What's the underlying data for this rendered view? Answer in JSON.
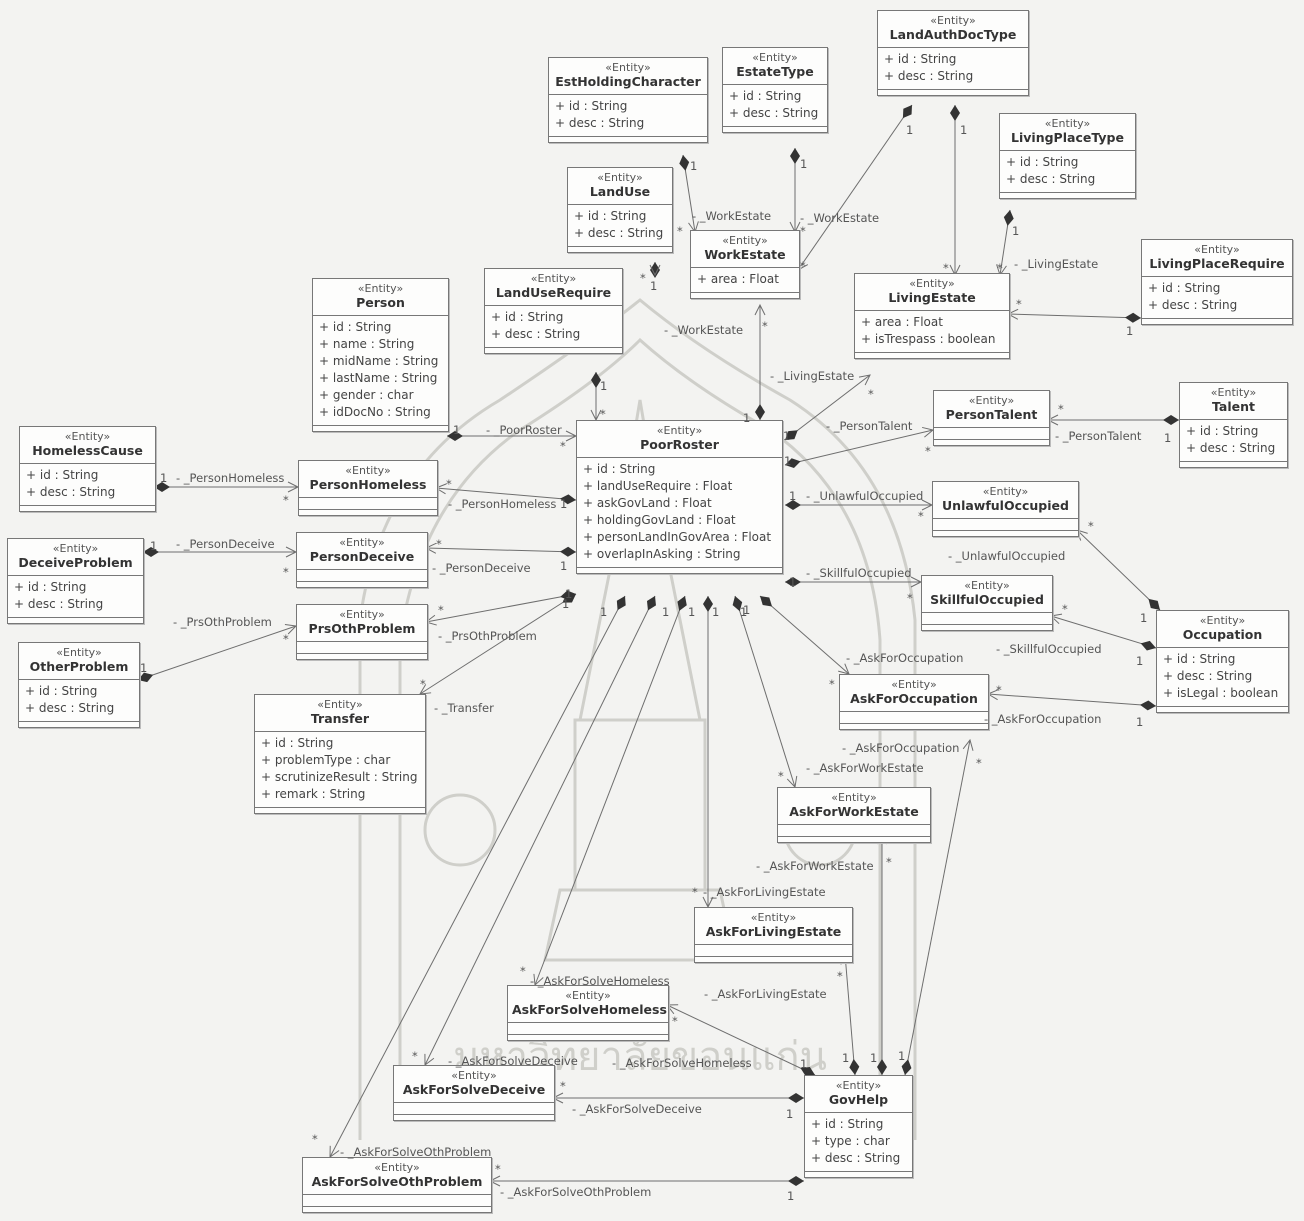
{
  "stereotype": "«Entity»",
  "classes": [
    {
      "key": "est_holding_character",
      "name": "EstHoldingCharacter",
      "attributes": [
        "+ id : String",
        "+ desc : String"
      ]
    },
    {
      "key": "estate_type",
      "name": "EstateType",
      "attributes": [
        "+ id : String",
        "+ desc : String"
      ]
    },
    {
      "key": "land_auth_doc_type",
      "name": "LandAuthDocType",
      "attributes": [
        "+ id : String",
        "+ desc : String"
      ]
    },
    {
      "key": "living_place_type",
      "name": "LivingPlaceType",
      "attributes": [
        "+ id : String",
        "+ desc : String"
      ]
    },
    {
      "key": "land_use",
      "name": "LandUse",
      "attributes": [
        "+ id : String",
        "+ desc : String"
      ]
    },
    {
      "key": "work_estate",
      "name": "WorkEstate",
      "attributes": [
        "+ area : Float"
      ]
    },
    {
      "key": "living_estate",
      "name": "LivingEstate",
      "attributes": [
        "+ area : Float",
        "+ isTrespass : boolean"
      ]
    },
    {
      "key": "living_place_require",
      "name": "LivingPlaceRequire",
      "attributes": [
        "+ id : String",
        "+ desc : String"
      ]
    },
    {
      "key": "person",
      "name": "Person",
      "attributes": [
        "+ id : String",
        "+ name : String",
        "+ midName : String",
        "+ lastName : String",
        "+ gender : char",
        "+ idDocNo : String"
      ]
    },
    {
      "key": "land_use_require",
      "name": "LandUseRequire",
      "attributes": [
        "+ id : String",
        "+ desc : String"
      ]
    },
    {
      "key": "poor_roster",
      "name": "PoorRoster",
      "attributes": [
        "+ id : String",
        "+ landUseRequire : Float",
        "+ askGovLand : Float",
        "+ holdingGovLand : Float",
        "+ personLandInGovArea : Float",
        "+ overlapInAsking : String"
      ]
    },
    {
      "key": "person_talent",
      "name": "PersonTalent",
      "attributes": []
    },
    {
      "key": "talent",
      "name": "Talent",
      "attributes": [
        "+ id : String",
        "+ desc : String"
      ]
    },
    {
      "key": "homeless_cause",
      "name": "HomelessCause",
      "attributes": [
        "+ id : String",
        "+ desc : String"
      ]
    },
    {
      "key": "person_homeless",
      "name": "PersonHomeless",
      "attributes": []
    },
    {
      "key": "deceive_problem",
      "name": "DeceiveProblem",
      "attributes": [
        "+ id : String",
        "+ desc : String"
      ]
    },
    {
      "key": "person_deceive",
      "name": "PersonDeceive",
      "attributes": []
    },
    {
      "key": "other_problem",
      "name": "OtherProblem",
      "attributes": [
        "+ id : String",
        "+ desc : String"
      ]
    },
    {
      "key": "prs_oth_problem",
      "name": "PrsOthProblem",
      "attributes": []
    },
    {
      "key": "unlawful_occupied",
      "name": "UnlawfulOccupied",
      "attributes": []
    },
    {
      "key": "skillful_occupied",
      "name": "SkillfulOccupied",
      "attributes": []
    },
    {
      "key": "occupation",
      "name": "Occupation",
      "attributes": [
        "+ id : String",
        "+ desc : String",
        "+ isLegal : boolean"
      ]
    },
    {
      "key": "ask_for_occupation",
      "name": "AskForOccupation",
      "attributes": []
    },
    {
      "key": "transfer",
      "name": "Transfer",
      "attributes": [
        "+ id : String",
        "+ problemType : char",
        "+ scrutinizeResult : String",
        "+ remark : String"
      ]
    },
    {
      "key": "ask_for_work_estate",
      "name": "AskForWorkEstate",
      "attributes": []
    },
    {
      "key": "ask_for_living_estate",
      "name": "AskForLivingEstate",
      "attributes": []
    },
    {
      "key": "ask_for_solve_homeless",
      "name": "AskForSolveHomeless",
      "attributes": []
    },
    {
      "key": "ask_for_solve_deceive",
      "name": "AskForSolveDeceive",
      "attributes": []
    },
    {
      "key": "gov_help",
      "name": "GovHelp",
      "attributes": [
        "+ id : String",
        "+ type : char",
        "+ desc : String"
      ]
    },
    {
      "key": "ask_for_solve_oth_problem",
      "name": "AskForSolveOthProblem",
      "attributes": []
    }
  ],
  "associations": [
    {
      "key": "work_estate_holding",
      "role": "- _WorkEstate",
      "mult_source": "1",
      "mult_target": "*"
    },
    {
      "key": "work_estate_type",
      "role": "- _WorkEstate",
      "mult_source": "1",
      "mult_target": "*"
    },
    {
      "key": "work_estate_landdoc",
      "mult_source": "1",
      "mult_target": "*"
    },
    {
      "key": "living_estate_landdoc",
      "mult_source": "1",
      "mult_target": "*"
    },
    {
      "key": "living_estate_type",
      "role": "- _LivingEstate",
      "mult_source": "1",
      "mult_target": "*"
    },
    {
      "key": "living_estate_require",
      "mult_source": "1",
      "mult_target": "*"
    },
    {
      "key": "landuse_require",
      "mult_source": "1",
      "mult_target": "*"
    },
    {
      "key": "poor_work_estate",
      "role": "- _WorkEstate",
      "mult_source": "1",
      "mult_target": "*"
    },
    {
      "key": "poor_living_estate",
      "role": "- _LivingEstate",
      "mult_source": "1",
      "mult_target": "*"
    },
    {
      "key": "person_poor",
      "role": "- _PoorRoster",
      "mult_source": "1",
      "mult_target": "*"
    },
    {
      "key": "poor_landuse_require",
      "mult_source": "1",
      "mult_target": "*"
    },
    {
      "key": "poor_person_talent",
      "role": "- _PersonTalent",
      "mult_source": "1",
      "mult_target": "*"
    },
    {
      "key": "talent_person_talent",
      "role": "- _PersonTalent",
      "mult_source": "1",
      "mult_target": "*"
    },
    {
      "key": "homeless_cause_person_homeless",
      "role": "- _PersonHomeless",
      "mult_source": "1",
      "mult_target": "*"
    },
    {
      "key": "poor_person_homeless",
      "role": "- _PersonHomeless",
      "mult_source": "1",
      "mult_target": "*"
    },
    {
      "key": "deceive_problem_person_deceive",
      "role": "- _PersonDeceive",
      "mult_source": "1",
      "mult_target": "*"
    },
    {
      "key": "poor_person_deceive",
      "role": "- _PersonDeceive",
      "mult_source": "1",
      "mult_target": "*"
    },
    {
      "key": "other_problem_prs_oth",
      "role": "- _PrsOthProblem",
      "mult_source": "1",
      "mult_target": "*"
    },
    {
      "key": "poor_prs_oth",
      "role": "- _PrsOthProblem",
      "mult_source": "1",
      "mult_target": "*"
    },
    {
      "key": "poor_unlawful",
      "role": "- _UnlawfulOccupied",
      "mult_source": "1",
      "mult_target": "*"
    },
    {
      "key": "occupation_unlawful",
      "role": "- _UnlawfulOccupied",
      "mult_source": "1",
      "mult_target": "*"
    },
    {
      "key": "poor_skillful",
      "role": "- _SkillfulOccupied",
      "mult_source": "1",
      "mult_target": "*"
    },
    {
      "key": "occupation_skillful",
      "role": "- _SkillfulOccupied",
      "mult_source": "1",
      "mult_target": "*"
    },
    {
      "key": "poor_ask_occupation",
      "role": "- _AskForOccupation",
      "mult_source": "1",
      "mult_target": "*"
    },
    {
      "key": "occupation_ask_occupation",
      "role": "- _AskForOccupation",
      "mult_source": "1",
      "mult_target": "*"
    },
    {
      "key": "gov_ask_occupation",
      "role": "- _AskForOccupation",
      "mult_source": "1",
      "mult_target": "*"
    },
    {
      "key": "poor_transfer",
      "role": "- _Transfer",
      "mult_source": "1",
      "mult_target": "*"
    },
    {
      "key": "poor_ask_work_estate",
      "role": "- _AskForWorkEstate",
      "mult_source": "1",
      "mult_target": "*"
    },
    {
      "key": "gov_ask_work_estate",
      "role": "- _AskForWorkEstate",
      "mult_source": "1",
      "mult_target": "*"
    },
    {
      "key": "poor_ask_living_estate",
      "role": "- _AskForLivingEstate",
      "mult_source": "1",
      "mult_target": "*"
    },
    {
      "key": "gov_ask_living_estate",
      "role": "- _AskForLivingEstate",
      "mult_source": "1",
      "mult_target": "*"
    },
    {
      "key": "poor_ask_solve_homeless",
      "role": "- _AskForSolveHomeless",
      "mult_source": "1",
      "mult_target": "*"
    },
    {
      "key": "gov_ask_solve_homeless",
      "role": "- _AskForSolveHomeless",
      "mult_source": "1",
      "mult_target": "*"
    },
    {
      "key": "poor_ask_solve_deceive",
      "role": "- _AskForSolveDeceive",
      "mult_source": "1",
      "mult_target": "*"
    },
    {
      "key": "gov_ask_solve_deceive",
      "role": "- _AskForSolveDeceive",
      "mult_source": "1",
      "mult_target": "*"
    },
    {
      "key": "poor_ask_solve_oth",
      "role": "- _AskForSolveOthProblem",
      "mult_source": "1",
      "mult_target": "*"
    },
    {
      "key": "gov_ask_solve_oth",
      "role": "- _AskForSolveOthProblem",
      "mult_source": "1",
      "mult_target": "*"
    }
  ],
  "watermark_text": "มหาวิทยาลัยขอนแก่น",
  "colors": {
    "line": "#6e6e6e",
    "box_border": "#777777",
    "background": "#f3f3f1",
    "watermark": "#c9c9c4"
  }
}
